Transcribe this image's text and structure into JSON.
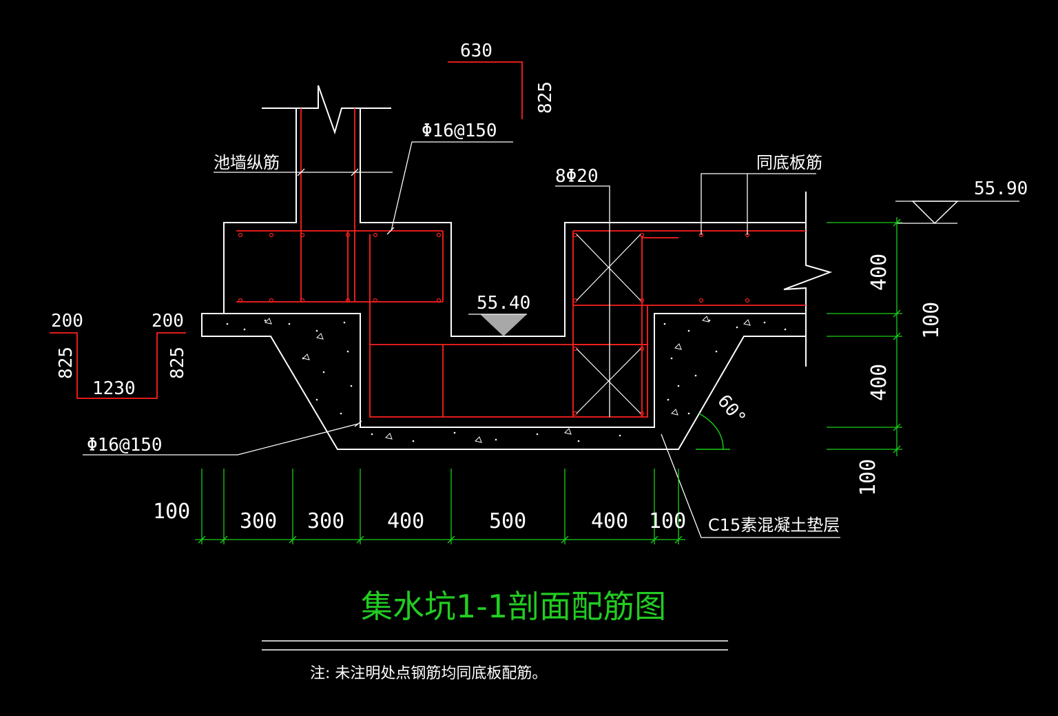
{
  "drawing": {
    "title": "集水坑1-1剖面配筋图",
    "note": "注: 未注明处点钢筋均同底板配筋。",
    "colors": {
      "background": "#000000",
      "concrete": "#ffffff",
      "rebar": "#ff2020",
      "dimension": "#18d018",
      "title": "#22cc22"
    }
  },
  "labels": {
    "wall_rebar": "池墙纵筋",
    "top_bar": "Φ16@150",
    "bottom_bar": "Φ16@150",
    "corner_bar": "8Φ20",
    "same_slab": "同底板筋",
    "cushion": "C15素混凝土垫层",
    "angle": "60°"
  },
  "elevations": {
    "top": "55.90",
    "pit": "55.40"
  },
  "bar_shapes": {
    "hook_top": {
      "len": "630",
      "leg": "825"
    },
    "u_bar": {
      "left_top": "200",
      "right_top": "200",
      "left_leg": "825",
      "right_leg": "825",
      "bottom": "1230"
    }
  },
  "dimensions": {
    "horizontal": [
      "100",
      "300",
      "300",
      "400",
      "500",
      "400",
      "100"
    ],
    "vertical": [
      "400",
      "100",
      "400",
      "100"
    ]
  }
}
